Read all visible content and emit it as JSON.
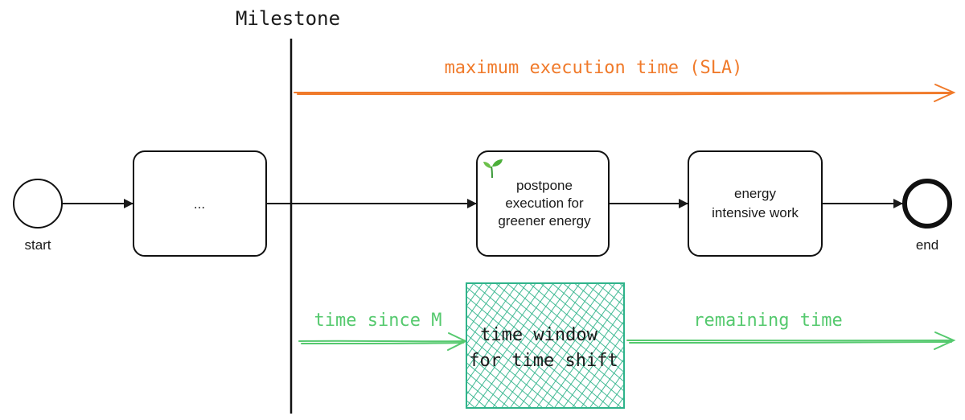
{
  "milestone": {
    "label": "Milestone"
  },
  "sla": {
    "label": "maximum execution time (SLA)",
    "color": "#f07a2a"
  },
  "events": {
    "start": {
      "label": "start"
    },
    "end": {
      "label": "end"
    }
  },
  "tasks": [
    {
      "id": "ellipsis",
      "lines": [
        "..."
      ]
    },
    {
      "id": "postpone",
      "lines": [
        "postpone",
        "execution for",
        "greener energy"
      ],
      "icon": "sprout-icon"
    },
    {
      "id": "energy",
      "lines": [
        "energy",
        "intensive work"
      ]
    }
  ],
  "timeline": {
    "since": "time since M",
    "window_lines": [
      "time window",
      "for time shift"
    ],
    "remaining": "remaining time",
    "color": "#55c96e",
    "hatch_color": "#2fb38a"
  }
}
